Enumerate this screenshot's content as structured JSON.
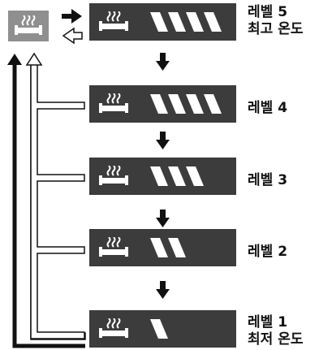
{
  "levels": [
    {
      "name": "레벨 5",
      "sub": "최고 온도",
      "bars": 4
    },
    {
      "name": "레벨 4",
      "sub": "",
      "bars": 4
    },
    {
      "name": "레벨 3",
      "sub": "",
      "bars": 3
    },
    {
      "name": "레벨 2",
      "sub": "",
      "bars": 2
    },
    {
      "name": "레벨 1",
      "sub": "최저 온도",
      "bars": 1
    }
  ],
  "colors": {
    "panel": "#3c3c3c",
    "source": "#8f8f8f",
    "arrow": "#111111",
    "outline_arrow": "#ffffff"
  },
  "icons": {
    "heater": "seat-heater-icon",
    "down_arrow": "arrow-down-icon",
    "forward_arrow": "arrow-right-icon",
    "return_arrow": "arrow-left-outline-icon"
  }
}
